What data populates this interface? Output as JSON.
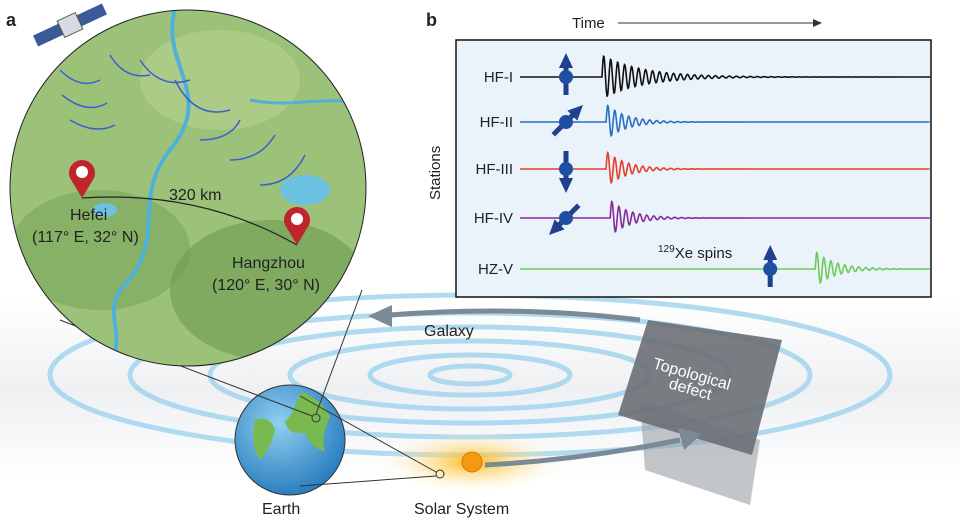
{
  "panel_a": {
    "label": "a",
    "distance": "320 km",
    "cities": [
      {
        "name": "Hefei",
        "coords": "(117° E, 32° N)"
      },
      {
        "name": "Hangzhou",
        "coords": "(120° E, 30° N)"
      }
    ],
    "galaxy_label": "Galaxy",
    "earth_label": "Earth",
    "solar_label": "Solar System",
    "defect_label_1": "Topological",
    "defect_label_2": "defect"
  },
  "panel_b": {
    "label": "b",
    "time_label": "Time",
    "y_label": "Stations",
    "xe_sup": "129",
    "xe_label": "Xe spins",
    "stations": [
      {
        "name": "HF-I",
        "color": "#111111",
        "spin": "up",
        "signal_onset": 0.2
      },
      {
        "name": "HF-II",
        "color": "#2a6fc4",
        "spin": "up-right",
        "signal_onset": 0.21
      },
      {
        "name": "HF-III",
        "color": "#e8402a",
        "spin": "down",
        "signal_onset": 0.21
      },
      {
        "name": "HF-IV",
        "color": "#8a2a9a",
        "spin": "down-left",
        "signal_onset": 0.22
      },
      {
        "name": "HZ-V",
        "color": "#6ccb5a",
        "spin": "up",
        "signal_onset": 0.72
      }
    ]
  }
}
